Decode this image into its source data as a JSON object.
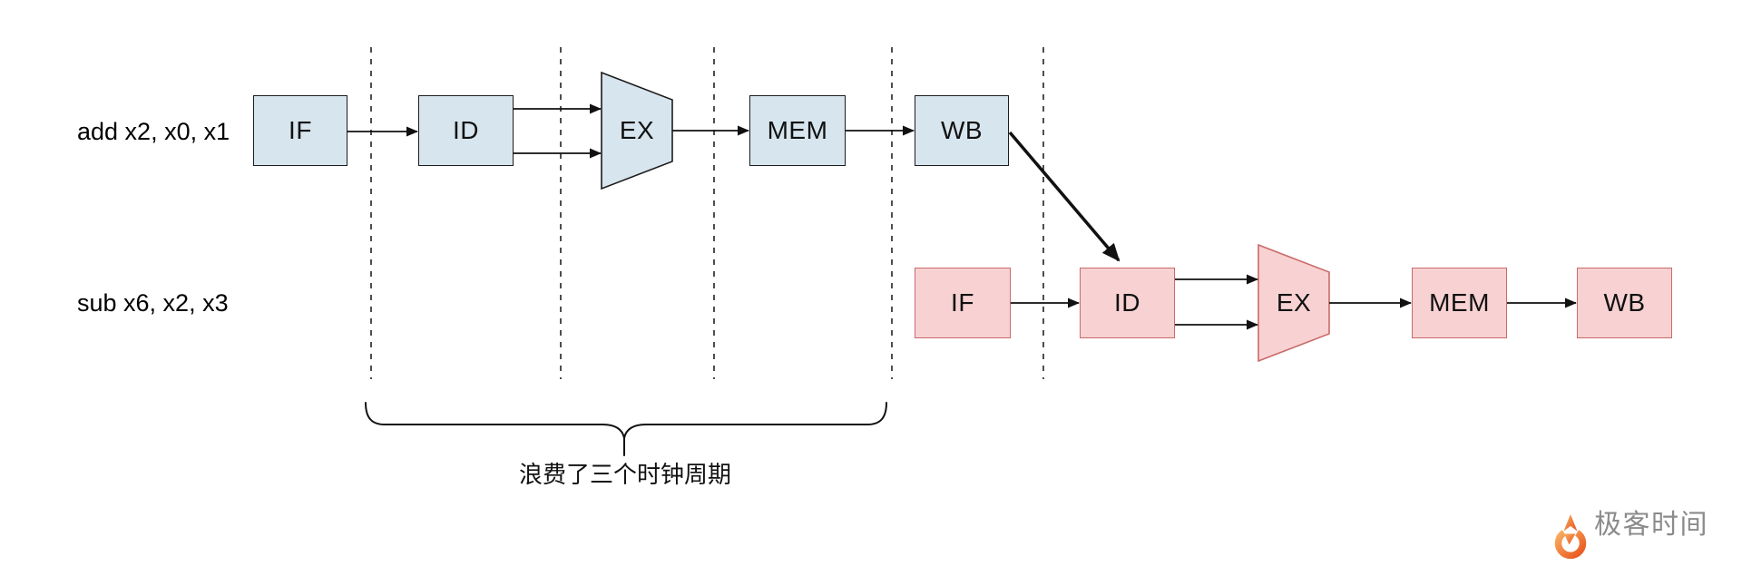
{
  "diagram": {
    "rows": [
      {
        "instruction": "add x2, x0, x1",
        "stages": [
          {
            "label": "IF"
          },
          {
            "label": "ID"
          },
          {
            "label": "EX"
          },
          {
            "label": "MEM"
          },
          {
            "label": "WB"
          }
        ],
        "fill": "#d7e5ee",
        "border": "#1c1c1c"
      },
      {
        "instruction": "sub x6, x2, x3",
        "stages": [
          {
            "label": "IF"
          },
          {
            "label": "ID"
          },
          {
            "label": "EX"
          },
          {
            "label": "MEM"
          },
          {
            "label": "WB"
          }
        ],
        "fill": "#f8d2d2",
        "border": "#c96a6a"
      }
    ],
    "annotation": {
      "text": "浪费了三个时钟周期"
    },
    "clock_cycle_separators": 5
  },
  "branding": {
    "logo_text": "极客时间",
    "logo_orange": "#ec5f28",
    "logo_text_color": "#8b8b8b"
  }
}
